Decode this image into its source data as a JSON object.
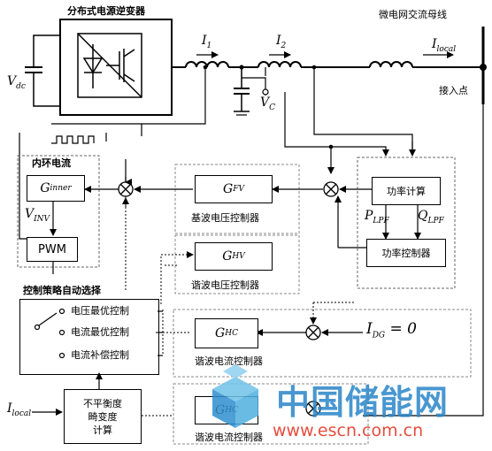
{
  "inverter_title": "分布式电源逆变器",
  "bus_title": "微电网交流母线",
  "pcc_label": "接入点",
  "vdc": {
    "main": "V",
    "sub": "dc"
  },
  "i1": {
    "main": "I",
    "sub": "1"
  },
  "i2": {
    "main": "I",
    "sub": "2"
  },
  "ilocal_top": {
    "main": "I",
    "sub": "local"
  },
  "vc": {
    "main": "V",
    "sub": "C"
  },
  "inner_loop_title": "内环电流",
  "g_inner": {
    "main": "G",
    "sub": "inner"
  },
  "v_inv": {
    "main": "V",
    "sub": "INV"
  },
  "pwm_label": "PWM",
  "g_fv": {
    "main": "G",
    "sub": "FV"
  },
  "fundamental_voltage_label": "基波电压控制器",
  "g_hv": {
    "main": "G",
    "sub": "HV"
  },
  "harmonic_voltage_label": "谐波电压控制器",
  "power_calc_label": "功率计算",
  "p_lpf": {
    "main": "P",
    "sub": "LPF"
  },
  "q_lpf": {
    "main": "Q",
    "sub": "LPF"
  },
  "power_controller_label": "功率控制器",
  "strategy_title": "控制策略自动选择",
  "strategy_options": [
    "电压最优控制",
    "电流最优控制",
    "电流补偿控制"
  ],
  "g_hc": {
    "main": "G",
    "sub": "HC"
  },
  "harmonic_current_label": "谐波电流控制器",
  "idg": {
    "main": "I",
    "sub": "DG",
    "rest": " = 0"
  },
  "ilocal_bottom": {
    "main": "I",
    "sub": "local"
  },
  "unbalance_calc": [
    "不平衡度",
    "畸变度",
    "计算"
  ],
  "g_hc2": {
    "main": "G",
    "sub": "HC"
  },
  "harmonic_current_label2": "谐波电流控制器",
  "watermark_cn": "中国储能网",
  "watermark_url": "www.escn.com.cn"
}
